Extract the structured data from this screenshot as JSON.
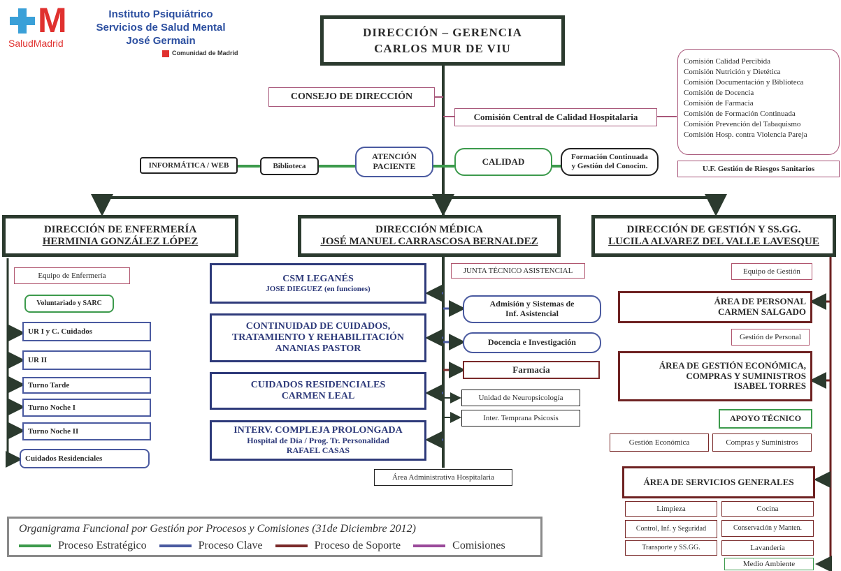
{
  "logo": {
    "brand": "SaludMadrid",
    "monogram": "M",
    "line1": "Instituto Psiquiátrico",
    "line2": "Servicios de Salud Mental",
    "line3": "José Germain",
    "community": "Comunidad de Madrid"
  },
  "top": {
    "line1": "DIRECCIÓN – GERENCIA",
    "line2": "CARLOS MUR DE VIU"
  },
  "consejo": "CONSEJO DE DIRECCIÓN",
  "comision_central": "Comisión Central de Calidad Hospitalaria",
  "comisiones": [
    "Comisión Calidad Percibida",
    "Comisión Nutrición y Dietética",
    "Comisión Documentación y Biblioteca",
    "Comisión de Docencia",
    "Comisión de Farmacia",
    "Comisión de Formación Continuada",
    "Comisión Prevención  del Tabaquismo",
    "Comisión Hosp. contra Violencia Pareja"
  ],
  "uf_riesgos": "U.F. Gestión de Riesgos Sanitarios",
  "informatica": "INFORMÁTICA / WEB",
  "biblioteca": "Biblioteca",
  "atencion": {
    "line1": "ATENCIÓN",
    "line2": "PACIENTE"
  },
  "calidad": "CALIDAD",
  "formacion": {
    "line1": "Formación Continuada",
    "line2": "y Gestión del Conocim."
  },
  "enfermeria": {
    "title": "DIRECCIÓN DE ENFERMERÍA",
    "name": "HERMINIA GONZÁLEZ LÓPEZ",
    "equipo": "Equipo de Enfermería",
    "voluntariado": "Voluntariado y SARC",
    "units": [
      "UR I  y C. Cuidados",
      "UR II",
      "Turno Tarde",
      "Turno Noche I",
      "Turno Noche II"
    ],
    "cuidados": "Cuidados Residenciales"
  },
  "medica": {
    "title": "DIRECCIÓN MÉDICA",
    "name": "JOSÉ MANUEL CARRASCOSA BERNALDEZ",
    "junta": "JUNTA TÉCNICO ASISTENCIAL",
    "csm": {
      "l1": "CSM LEGANÉS",
      "l2": "JOSE DIEGUEZ (en funciones)"
    },
    "continuidad": {
      "l1": "CONTINUIDAD DE CUIDADOS,",
      "l2": "TRATAMIENTO Y  REHABILITACIÓN",
      "l3": "ANANIAS PASTOR"
    },
    "residenciales": {
      "l1": "CUIDADOS  RESIDENCIALES",
      "l2": "CARMEN LEAL"
    },
    "interv": {
      "l1": "INTERV. COMPLEJA PROLONGADA",
      "l2": "Hospital de Día / Prog. Tr.  Personalidad",
      "l3": "RAFAEL CASAS"
    },
    "admision": {
      "l1": "Admisión y Sistemas de",
      "l2": "Inf. Asistencial"
    },
    "docencia": "Docencia e Investigación",
    "farmacia": "Farmacia",
    "neuro": "Unidad de Neuropsicología",
    "psicosis": "Inter. Temprana Psicosis",
    "administrativa": "Área Administrativa Hospitalaria"
  },
  "gestion": {
    "title": "DIRECCIÓN DE GESTIÓN Y SS.GG.",
    "name": "LUCILA ALVAREZ DEL VALLE LAVESQUE",
    "equipo": "Equipo de Gestión",
    "personal": {
      "l1": "ÁREA  DE PERSONAL",
      "l2": "CARMEN  SALGADO"
    },
    "gestion_personal": "Gestión de Personal",
    "economica": {
      "l1": "ÁREA DE GESTIÓN ECONÓMICA,",
      "l2": "COMPRAS Y SUMINISTROS",
      "l3": "ISABEL TORRES"
    },
    "apoyo": "APOYO TÉCNICO",
    "gestion_economica": "Gestión Económica",
    "compras": "Compras y Suministros",
    "servicios": "ÁREA DE SERVICIOS GENERALES",
    "items": [
      "Limpieza",
      "Cocina",
      "Control, Inf. y Seguridad",
      "Conservación y Manten.",
      "Transporte y SS.GG.",
      "Lavandería"
    ],
    "medio": "Medio Ambiente"
  },
  "legend": {
    "title": "Organigrama Funcional por Gestión por Procesos y Comisiones (31de Diciembre 2012)",
    "items": [
      {
        "label": "Proceso Estratégico",
        "color": "#3c9a4c"
      },
      {
        "label": "Proceso Clave",
        "color": "#4a5aa0"
      },
      {
        "label": "Proceso de Soporte",
        "color": "#7a2a2a"
      },
      {
        "label": "Comisiones",
        "color": "#9a4a9a"
      }
    ]
  }
}
